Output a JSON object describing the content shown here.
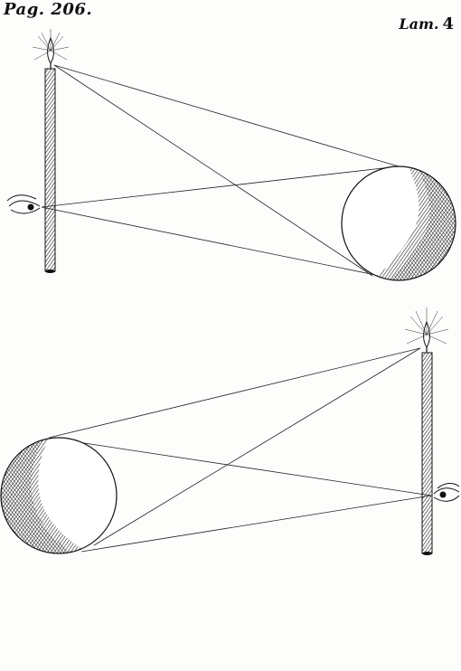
{
  "plate": {
    "page_ref": "Pag. 206.",
    "plate_label": "Lam.",
    "plate_number": "4"
  },
  "colors": {
    "ink": "#111111",
    "paper": "#fdfdfb"
  },
  "figures": [
    {
      "name": "upper-figure",
      "elements": [
        "candle",
        "flame",
        "eye",
        "sphere",
        "sight-lines",
        "light-rays"
      ]
    },
    {
      "name": "lower-figure",
      "elements": [
        "candle",
        "flame",
        "eye",
        "sphere",
        "sight-lines",
        "light-rays"
      ]
    }
  ]
}
